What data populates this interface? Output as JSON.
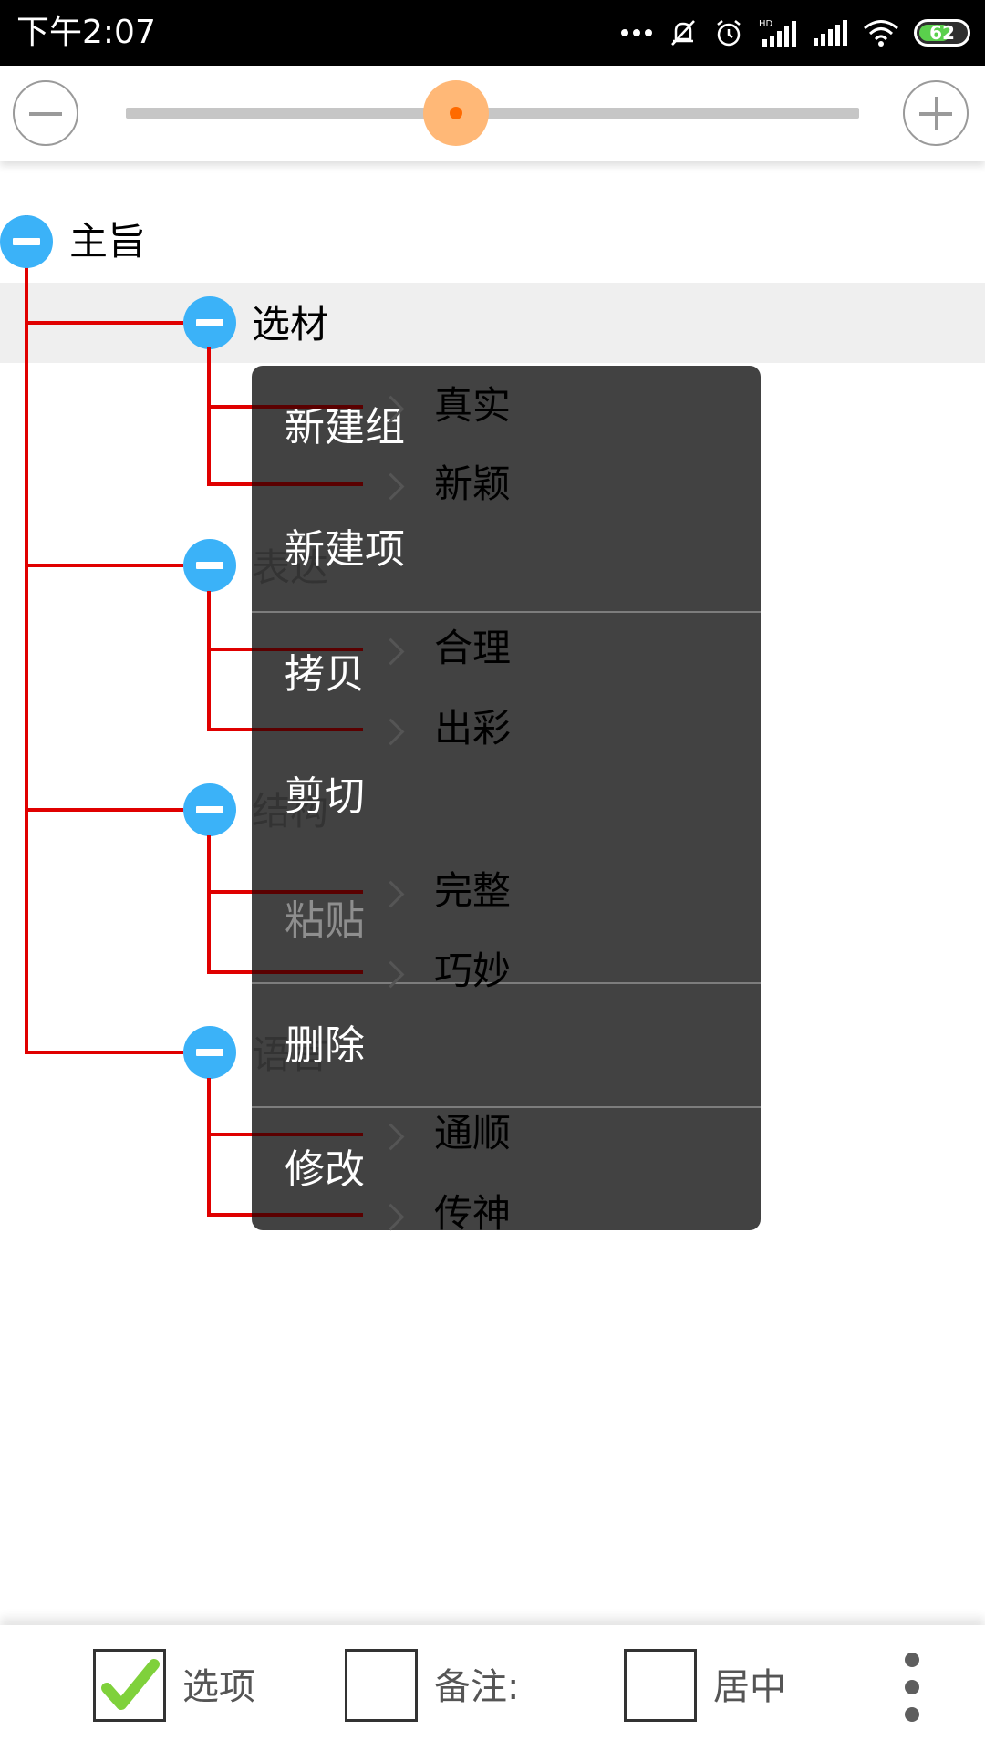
{
  "status_bar": {
    "time": "下午2:07",
    "battery": "62",
    "icons": [
      "more-dots-icon",
      "mute-icon",
      "alarm-icon",
      "hd-signal-icon",
      "signal-icon",
      "wifi-icon",
      "battery-icon"
    ]
  },
  "zoom": {
    "value_fraction": 0.45,
    "minus_icon": "minus-circle-icon",
    "plus_icon": "plus-circle-icon",
    "accent": "#ff6a00"
  },
  "tree": {
    "root": "主旨",
    "groups": [
      {
        "label": "选材",
        "children": [
          "真实",
          "新颖"
        ]
      },
      {
        "label": "表达",
        "children": [
          "合理",
          "出彩"
        ]
      },
      {
        "label": "结构",
        "children": [
          "完整",
          "巧妙"
        ]
      },
      {
        "label": "语言",
        "children": [
          "通顺",
          "传神"
        ]
      }
    ],
    "line_color": "#e00000",
    "node_color": "#3bb2f8"
  },
  "context_menu": {
    "items": [
      {
        "label": "新建组",
        "enabled": true
      },
      {
        "label": "新建项",
        "enabled": true
      },
      {
        "label": "拷贝",
        "enabled": true
      },
      {
        "label": "剪切",
        "enabled": true
      },
      {
        "label": "粘贴",
        "enabled": false
      },
      {
        "label": "删除",
        "enabled": true
      },
      {
        "label": "修改",
        "enabled": true
      }
    ]
  },
  "bottom_bar": {
    "option_label": "选项",
    "option_checked": true,
    "note_label": "备注:",
    "note_checked": false,
    "center_label": "居中",
    "center_checked": false,
    "check_color": "#7fd13b"
  }
}
